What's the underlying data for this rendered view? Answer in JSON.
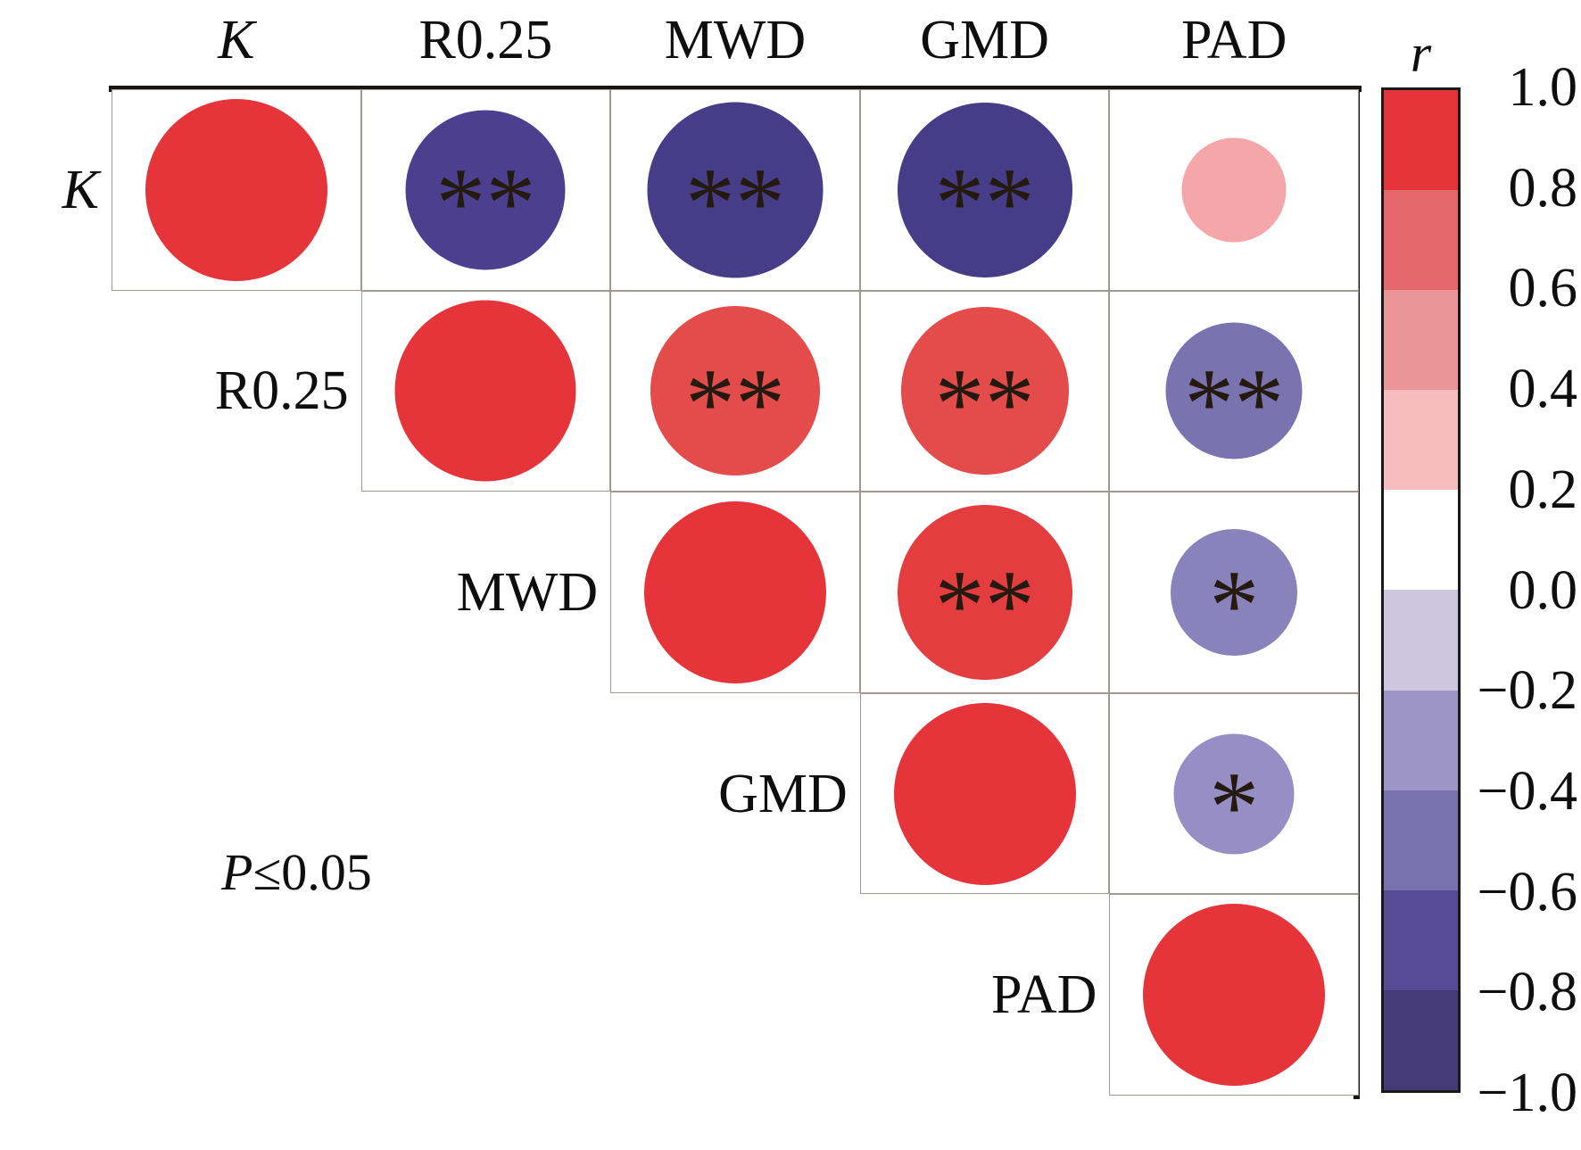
{
  "note": {
    "p_var": "P",
    "p_rest": "≤0.05"
  },
  "colorbar": {
    "title": "r",
    "ticks": [
      "1.0",
      "0.8",
      "0.6",
      "0.4",
      "0.2",
      "0.0",
      "−0.2",
      "−0.4",
      "−0.6",
      "−0.8",
      "−1.0"
    ],
    "segment_colors": [
      "#e5343a",
      "#e4686c",
      "#ec9598",
      "#f6bcbe",
      "#ffffff",
      "#cdc6e1",
      "#9d95c6",
      "#7a72ae",
      "#564b94",
      "#463b79"
    ]
  },
  "matrix": {
    "col_headers": [
      {
        "label": "K",
        "italic": true
      },
      {
        "label": "R0.25",
        "italic": false
      },
      {
        "label": "MWD",
        "italic": false
      },
      {
        "label": "GMD",
        "italic": false
      },
      {
        "label": "PAD",
        "italic": false
      }
    ],
    "row_labels": [
      {
        "label": "K",
        "italic": true
      },
      {
        "label": "R0.25",
        "italic": false
      },
      {
        "label": "MWD",
        "italic": false
      },
      {
        "label": "GMD",
        "italic": false
      },
      {
        "label": "PAD",
        "italic": false
      }
    ],
    "cells": [
      {
        "row": 0,
        "col": 0,
        "color": "#e5343a",
        "diameter": 204,
        "marker": ""
      },
      {
        "row": 0,
        "col": 1,
        "color": "#4c3f90",
        "diameter": 179,
        "marker": "**"
      },
      {
        "row": 0,
        "col": 2,
        "color": "#473c88",
        "diameter": 197,
        "marker": "**"
      },
      {
        "row": 0,
        "col": 3,
        "color": "#473c88",
        "diameter": 196,
        "marker": "**"
      },
      {
        "row": 0,
        "col": 4,
        "color": "#f5a6a9",
        "diameter": 117,
        "marker": ""
      },
      {
        "row": 1,
        "col": 1,
        "color": "#e5343a",
        "diameter": 203,
        "marker": ""
      },
      {
        "row": 1,
        "col": 2,
        "color": "#e44c4c",
        "diameter": 190,
        "marker": "**"
      },
      {
        "row": 1,
        "col": 3,
        "color": "#e44c4c",
        "diameter": 188,
        "marker": "**"
      },
      {
        "row": 1,
        "col": 4,
        "color": "#7b73b0",
        "diameter": 153,
        "marker": "**"
      },
      {
        "row": 2,
        "col": 2,
        "color": "#e5343a",
        "diameter": 204,
        "marker": ""
      },
      {
        "row": 2,
        "col": 3,
        "color": "#e43d3f",
        "diameter": 196,
        "marker": "**"
      },
      {
        "row": 2,
        "col": 4,
        "color": "#8a82bb",
        "diameter": 142,
        "marker": "*"
      },
      {
        "row": 3,
        "col": 3,
        "color": "#e5343a",
        "diameter": 204,
        "marker": ""
      },
      {
        "row": 3,
        "col": 4,
        "color": "#968ec5",
        "diameter": 135,
        "marker": "*"
      },
      {
        "row": 4,
        "col": 4,
        "color": "#e5343a",
        "diameter": 204,
        "marker": ""
      }
    ]
  },
  "chart_data": {
    "type": "heatmap",
    "subtype": "correlation-matrix-upper-triangle",
    "variables": [
      "K",
      "R0.25",
      "MWD",
      "GMD",
      "PAD"
    ],
    "legend_title": "r",
    "legend_range": [
      -1.0,
      1.0
    ],
    "legend_ticks": [
      1.0,
      0.8,
      0.6,
      0.4,
      0.2,
      0.0,
      -0.2,
      -0.4,
      -0.6,
      -0.8,
      -1.0
    ],
    "significance_note": "P≤0.05",
    "encoding": "circle size and color encode correlation r; ** and * mark significance",
    "pairs": [
      {
        "row": "K",
        "col": "K",
        "r": 1.0,
        "sig": ""
      },
      {
        "row": "K",
        "col": "R0.25",
        "r": -0.76,
        "sig": "**"
      },
      {
        "row": "K",
        "col": "MWD",
        "r": -0.92,
        "sig": "**"
      },
      {
        "row": "K",
        "col": "GMD",
        "r": -0.92,
        "sig": "**"
      },
      {
        "row": "K",
        "col": "PAD",
        "r": 0.33,
        "sig": ""
      },
      {
        "row": "R0.25",
        "col": "R0.25",
        "r": 1.0,
        "sig": ""
      },
      {
        "row": "R0.25",
        "col": "MWD",
        "r": 0.86,
        "sig": "**"
      },
      {
        "row": "R0.25",
        "col": "GMD",
        "r": 0.84,
        "sig": "**"
      },
      {
        "row": "R0.25",
        "col": "PAD",
        "r": -0.56,
        "sig": "**"
      },
      {
        "row": "MWD",
        "col": "MWD",
        "r": 1.0,
        "sig": ""
      },
      {
        "row": "MWD",
        "col": "GMD",
        "r": 0.92,
        "sig": "**"
      },
      {
        "row": "MWD",
        "col": "PAD",
        "r": -0.47,
        "sig": "*"
      },
      {
        "row": "GMD",
        "col": "GMD",
        "r": 1.0,
        "sig": ""
      },
      {
        "row": "GMD",
        "col": "PAD",
        "r": -0.43,
        "sig": "*"
      },
      {
        "row": "PAD",
        "col": "PAD",
        "r": 1.0,
        "sig": ""
      }
    ]
  }
}
